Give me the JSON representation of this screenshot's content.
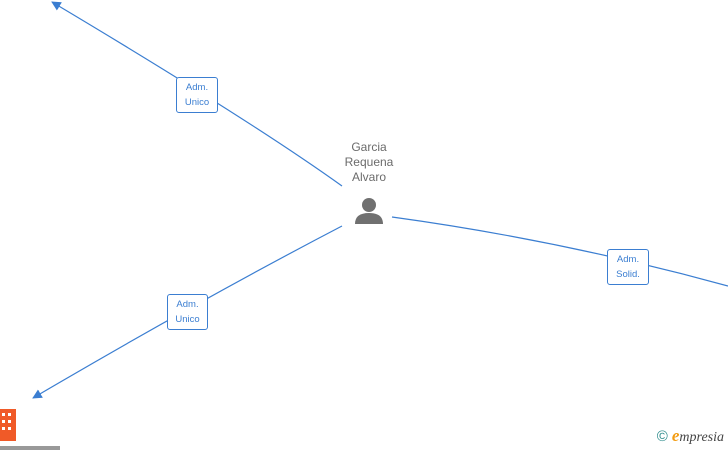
{
  "person": {
    "name": "Garcia\nRequena\nAlvaro",
    "icon": "person-icon"
  },
  "relations": [
    {
      "label": "Adm.\nUnico",
      "target": "top-left"
    },
    {
      "label": "Adm.\nUnico",
      "target": "bottom-left"
    },
    {
      "label": "Adm.\nSolid.",
      "target": "right"
    }
  ],
  "footer": {
    "copyright": "©",
    "brand_initial": "e",
    "brand_rest": "mpresia"
  },
  "colors": {
    "edge": "#3b7ed1",
    "person": "#707070",
    "company": "#f05a28",
    "brand": "#f39c12"
  }
}
